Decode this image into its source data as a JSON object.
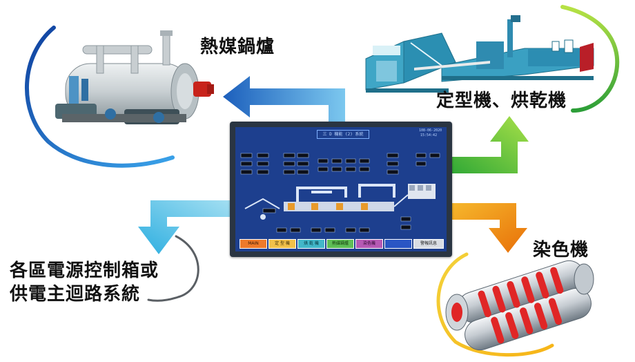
{
  "labels": {
    "boiler": "熱媒鍋爐",
    "stenter": "定型機、烘乾機",
    "dyeing": "染色機",
    "power_line1": "各區電源控制箱或",
    "power_line2": "供電主迴路系統"
  },
  "hmi": {
    "title": "三 D 機能 (2) 系統",
    "date": "108-06-2020",
    "time": "15:54:42",
    "buttons": [
      "MAIN",
      "定 型 機",
      "烘 乾 機",
      "熱媒鍋爐",
      "染色機",
      "",
      "警報訊息"
    ]
  },
  "colors": {
    "arrow_blue": "#2f7fd0",
    "arrow_green": "#4cbf3a",
    "arrow_orange": "#f08a10",
    "arrow_cyan": "#3cb6df",
    "hmi_bg": "#1d3f8e",
    "frame": "#2a3542"
  },
  "icons": [
    "boiler-image",
    "stenter-machine-image",
    "dyeing-machine-image",
    "hmi-panel"
  ]
}
